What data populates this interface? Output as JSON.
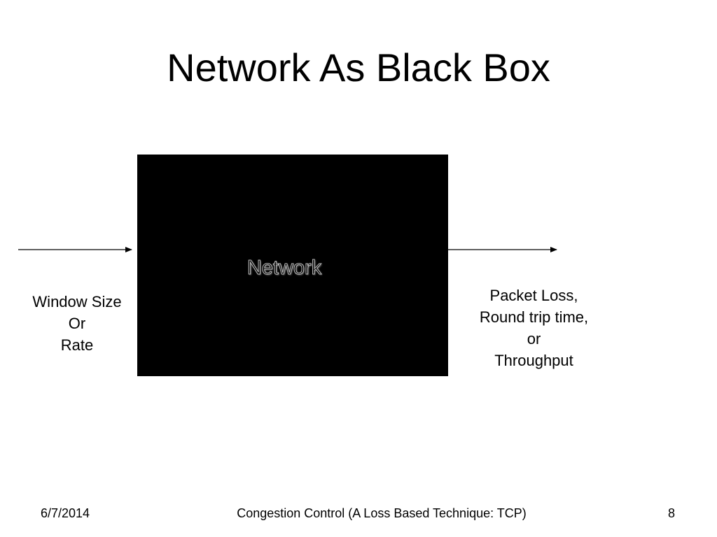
{
  "slide": {
    "title": "Network As Black Box"
  },
  "diagram": {
    "box_label": "Network",
    "input_label": [
      "Window Size",
      "Or",
      "Rate"
    ],
    "output_label": [
      "Packet Loss,",
      "Round trip time,",
      "or",
      "Throughput"
    ]
  },
  "footer": {
    "date": "6/7/2014",
    "title": "Congestion Control (A Loss Based Technique: TCP)",
    "page": "8"
  },
  "colors": {
    "background": "#ffffff",
    "box": "#000000",
    "text": "#000000"
  }
}
